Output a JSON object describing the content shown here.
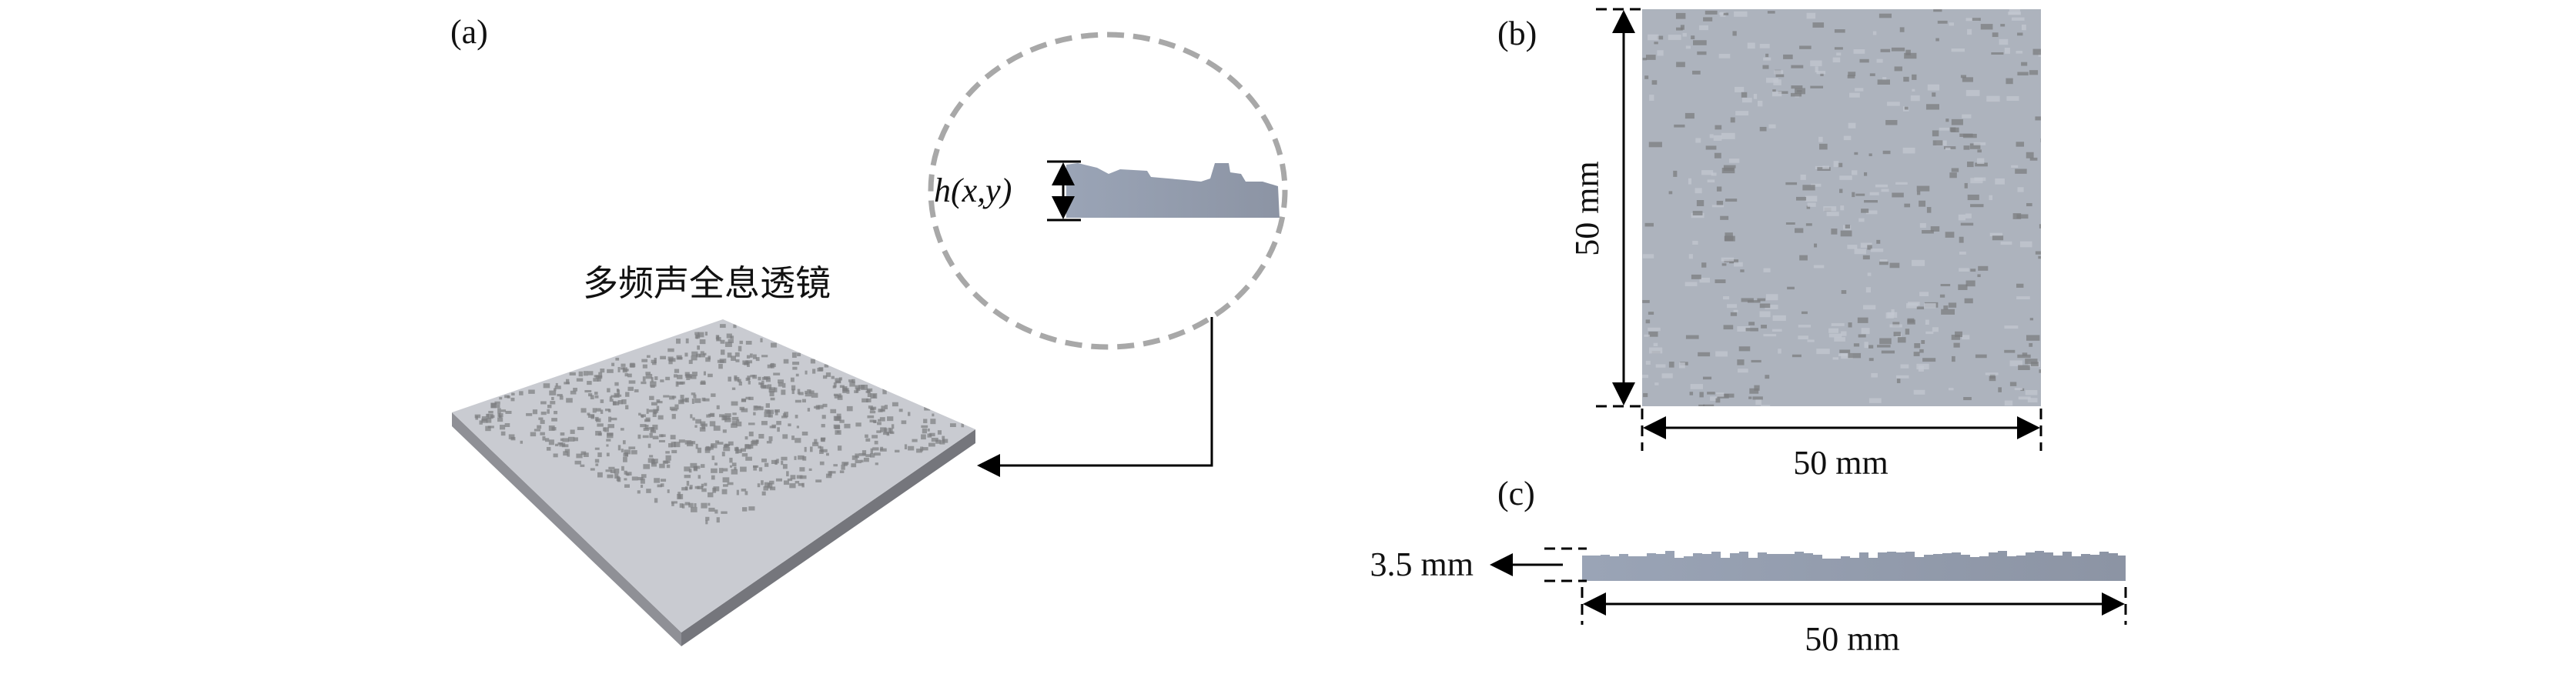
{
  "panels": {
    "a": {
      "label": "(a)",
      "title": "多频声全息透镜",
      "height_symbol": "h(x,y)"
    },
    "b": {
      "label": "(b)",
      "height_dim": "50 mm",
      "width_dim": "50 mm"
    },
    "c": {
      "label": "(c)",
      "thickness_dim": "3.5 mm",
      "width_dim": "50 mm"
    }
  },
  "colors": {
    "surface": "#a9adb8",
    "surface_light": "#c3c7d0",
    "shadow": "#7c7d80",
    "profile": "#98a2b4",
    "circle_dash": "#a8a8a8"
  }
}
